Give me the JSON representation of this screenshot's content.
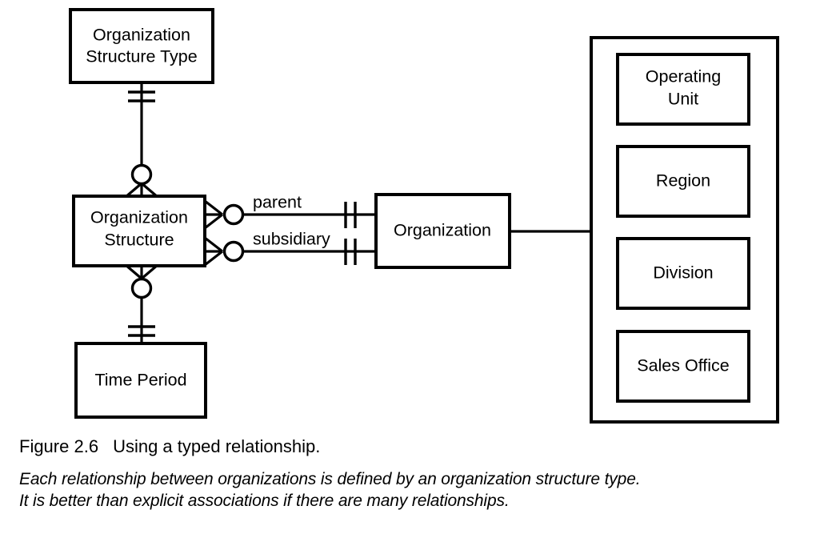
{
  "figure": {
    "number": "Figure 2.6",
    "title": "Using a typed relationship.",
    "description_line1": "Each relationship between organizations is defined by an organization structure type.",
    "description_line2": "It is better than explicit associations if there are many relationships."
  },
  "diagram": {
    "type": "entity-relationship",
    "notation": "crows-foot",
    "colors": {
      "stroke": "#000000",
      "fill": "#ffffff",
      "background": "#ffffff"
    },
    "entities": [
      {
        "id": "org-structure-type",
        "label_line1": "Organization",
        "label_line2": "Structure Type"
      },
      {
        "id": "org-structure",
        "label_line1": "Organization",
        "label_line2": "Structure"
      },
      {
        "id": "time-period",
        "label_line1": "Time Period",
        "label_line2": ""
      },
      {
        "id": "organization",
        "label_line1": "Organization",
        "label_line2": ""
      }
    ],
    "subtype_group": {
      "parent": "Organization",
      "members": [
        {
          "id": "operating-unit",
          "label_line1": "Operating",
          "label_line2": "Unit"
        },
        {
          "id": "region",
          "label_line1": "Region",
          "label_line2": ""
        },
        {
          "id": "division",
          "label_line1": "Division",
          "label_line2": ""
        },
        {
          "id": "sales-office",
          "label_line1": "Sales Office",
          "label_line2": ""
        }
      ]
    },
    "relationship_roles": [
      {
        "id": "parent",
        "label": "parent"
      },
      {
        "id": "subsidiary",
        "label": "subsidiary"
      }
    ],
    "relationships": [
      {
        "id": "type-to-structure",
        "from": "org-structure-type",
        "to": "org-structure",
        "from_cardinality": "one-and-only-one",
        "to_cardinality": "zero-or-many"
      },
      {
        "id": "structure-to-timeperiod",
        "from": "org-structure",
        "to": "time-period",
        "from_cardinality": "zero-or-many",
        "to_cardinality": "one-and-only-one"
      },
      {
        "id": "structure-parent-organization",
        "from": "org-structure",
        "to": "organization",
        "role": "parent",
        "from_cardinality": "zero-or-many",
        "to_cardinality": "one-and-only-one"
      },
      {
        "id": "structure-subsidiary-organization",
        "from": "org-structure",
        "to": "organization",
        "role": "subsidiary",
        "from_cardinality": "zero-or-many",
        "to_cardinality": "one-and-only-one"
      },
      {
        "id": "organization-to-subtypes",
        "from": "organization",
        "to": "subtype-group",
        "from_cardinality": "plain",
        "to_cardinality": "plain"
      }
    ]
  }
}
